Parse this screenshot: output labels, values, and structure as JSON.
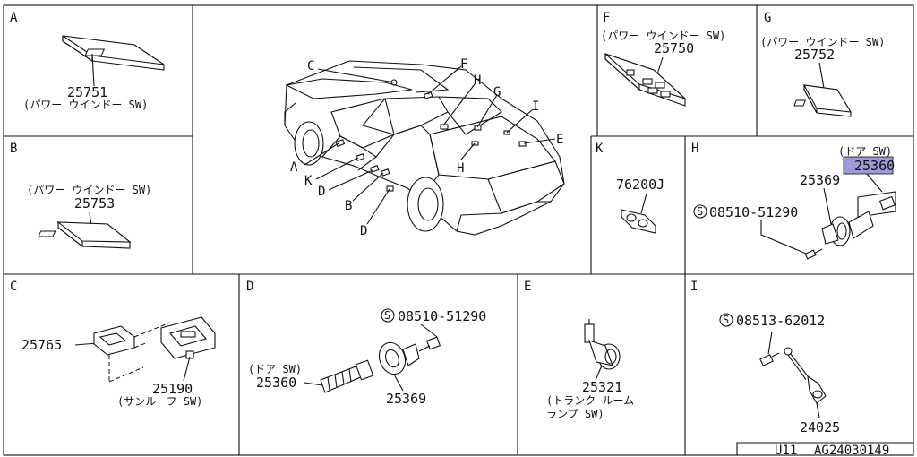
{
  "diagram": {
    "footer": {
      "code_u": "U11",
      "code_ref": "AG24030149"
    },
    "panels": {
      "A": {
        "letter": "A",
        "part": "25751",
        "desc": "(パワー ウインドー SW)"
      },
      "B": {
        "letter": "B",
        "desc": "(パワー ウインドー SW)",
        "part": "25753"
      },
      "F": {
        "letter": "F",
        "desc": "(パワー ウインドー SW)",
        "part": "25750"
      },
      "G": {
        "letter": "G",
        "desc": "(パワー ウインドー SW)",
        "part": "25752"
      },
      "K": {
        "letter": "K",
        "part": "76200J"
      },
      "H": {
        "letter": "H",
        "desc": "(ドア SW)",
        "part_highlight": "25360",
        "part_body": "25369",
        "screw": "08510-51290"
      },
      "C": {
        "letter": "C",
        "part_a": "25765",
        "part_b": "25190",
        "desc": "(サンルーフ SW)"
      },
      "D": {
        "letter": "D",
        "screw": "08510-51290",
        "desc": "(ドア SW)",
        "part_a": "25360",
        "part_b": "25369"
      },
      "E": {
        "letter": "E",
        "part": "25321",
        "desc_1": "(トランク ルーム",
        "desc_2": "ランプ SW)"
      },
      "I": {
        "letter": "I",
        "screw": "08513-62012",
        "part": "24025"
      }
    },
    "car_callouts": {
      "C": "C",
      "F": "F",
      "H1": "H",
      "G": "G",
      "I": "I",
      "E": "E",
      "A": "A",
      "K": "K",
      "D1": "D",
      "H2": "H",
      "B": "B",
      "D2": "D"
    },
    "colors": {
      "highlight": "#9c9ad8",
      "line": "#111111"
    }
  }
}
